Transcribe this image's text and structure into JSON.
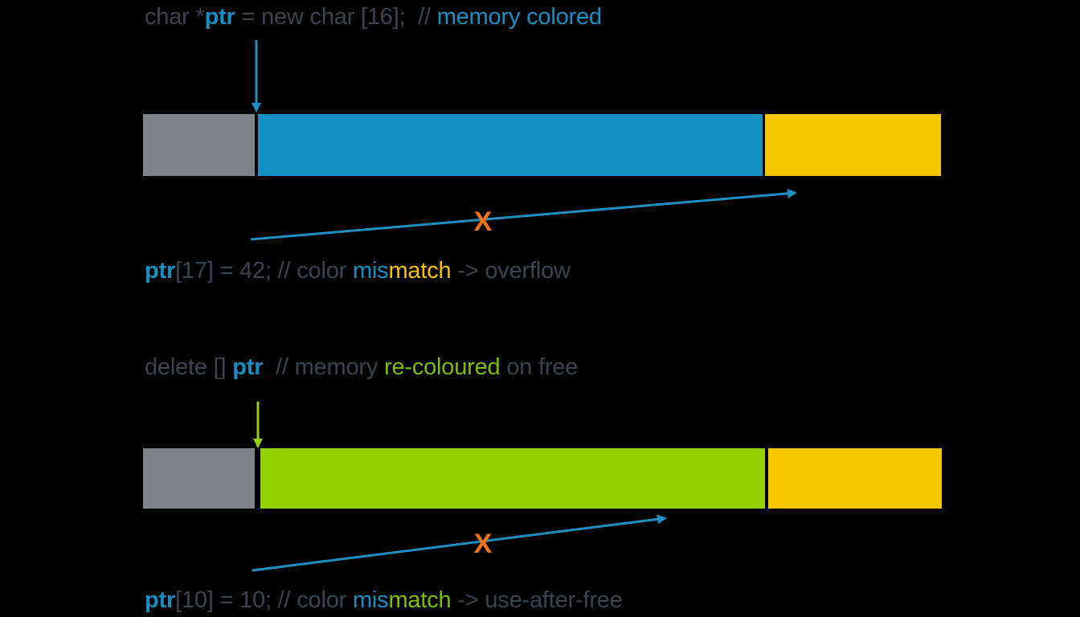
{
  "colors": {
    "background": "#000000",
    "text": "#3a4550",
    "ptr_blue": "#1590c4",
    "arrow_blue": "#1e8fc0",
    "gray": "#7f8489",
    "yellow": "#f7c400",
    "green": "#93d100",
    "green_dark": "#7fbf00",
    "cross": "#ee7218"
  },
  "lines": {
    "alloc": [
      {
        "text": "char *",
        "color": "text",
        "bold": false
      },
      {
        "text": "ptr",
        "color": "ptr_blue",
        "bold": true
      },
      {
        "text": " = new char [16];  // ",
        "color": "text",
        "bold": false
      },
      {
        "text": "memory colored",
        "color": "ptr_blue",
        "bold": false
      }
    ],
    "overflow": [
      {
        "text": "ptr",
        "color": "ptr_blue",
        "bold": true
      },
      {
        "text": "[17] = 42; // color ",
        "color": "text",
        "bold": false
      },
      {
        "text": "mis",
        "color": "ptr_blue",
        "bold": false
      },
      {
        "text": "match",
        "color": "yellow",
        "bold": false
      },
      {
        "text": " -> overflow",
        "color": "text",
        "bold": false
      }
    ],
    "free": [
      {
        "text": "delete [] ",
        "color": "text",
        "bold": false
      },
      {
        "text": "ptr",
        "color": "ptr_blue",
        "bold": true
      },
      {
        "text": "  // memory ",
        "color": "text",
        "bold": false
      },
      {
        "text": "re-coloured",
        "color": "green_dark",
        "bold": false
      },
      {
        "text": " on free",
        "color": "text",
        "bold": false
      }
    ],
    "use_after_free": [
      {
        "text": "ptr",
        "color": "ptr_blue",
        "bold": true
      },
      {
        "text": "[10] = 10; // color ",
        "color": "text",
        "bold": false
      },
      {
        "text": "mis",
        "color": "ptr_blue",
        "bold": false
      },
      {
        "text": "match",
        "color": "green_dark",
        "bold": false
      },
      {
        "text": " -> use-after-free",
        "color": "text",
        "bold": false
      }
    ]
  },
  "marks": {
    "cross_glyph": "X"
  }
}
